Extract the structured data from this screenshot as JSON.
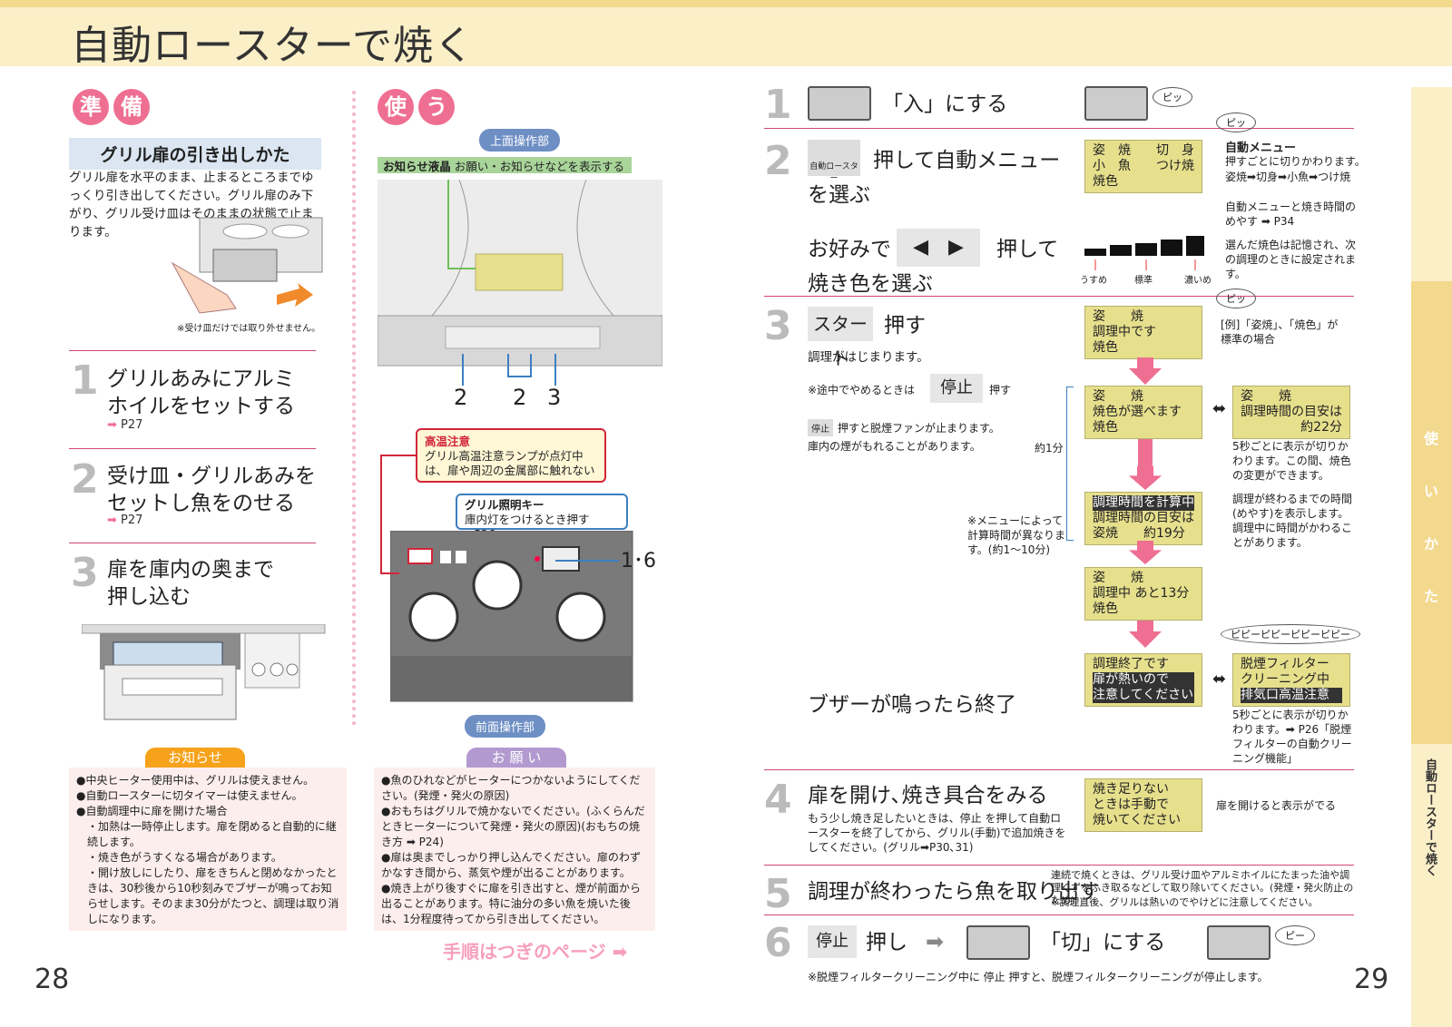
{
  "title": "自動ロースターで焼く",
  "left": {
    "prep_chars": [
      "準",
      "備"
    ],
    "use_chars": [
      "使",
      "う"
    ],
    "sub_title": "グリル扉の引き出しかた",
    "sub_text": "グリル扉を水平のまま、止まるところまでゆっくり引き出してください。グリル扉のみ下がり、グリル受け皿はそのままの状態で止まります。",
    "tray_note": "※受け皿だけでは取り外せません。",
    "steps": [
      {
        "num": "1",
        "text": "グリルあみにアルミホイルをセットする",
        "ref": "P27"
      },
      {
        "num": "2",
        "text": "受け皿・グリルあみをセットし魚をのせる",
        "ref": "P27"
      },
      {
        "num": "3",
        "text": "扉を庫内の奥まで押し込む",
        "ref": ""
      }
    ],
    "top_panel": "上面操作部",
    "lcd_label": "お知らせ液晶",
    "lcd_desc": "お願い・お知らせなどを表示する",
    "nums": [
      "2",
      "2",
      "3"
    ],
    "caution_title": "高温注意",
    "caution_text": "グリル高温注意ランプが点灯中は、扉や周辺の金属部に触れない",
    "light_title": "グリル照明キー",
    "light_text": "庫内灯をつけるとき押す",
    "light_ref": "P26",
    "power_num": "1･6",
    "front_panel": "前面操作部",
    "notice_title": "お知らせ",
    "notice_items": [
      "●中央ヒーター使用中は、グリルは使えません。",
      "●自動ロースターに切タイマーは使えません。",
      "●自動調理中に扉を開けた場合",
      "・加熱は一時停止します。扉を閉めると自動的に継続します。",
      "・焼き色がうすくなる場合があります。",
      "・開け放しにしたり、扉をきちんと閉めなかったときは、30秒後から10秒刻みでブザーが鳴ってお知らせします。そのまま30分がたつと、調理は取り消しになります。"
    ],
    "request_title": "お 願 い",
    "request_items": [
      "●魚のひれなどがヒーターにつかないようにしてください。(発煙・発火の原因)",
      "●おもちはグリルで焼かないでください。(ふくらんだときヒーターについて発煙・発火の原因)(おもちの焼き方 ➡ P24)",
      "●扉は奥までしっかり押し込んでください。扉のわずかなすき間から、蒸気や煙が出ることがあります。",
      "●焼き上がり後すぐに扉を引き出すと、煙が前面から出ることがあります。特に油分の多い魚を焼いた後は、1分程度待ってから引き出してください。"
    ],
    "next_page": "手順はつぎのページ",
    "page_num": "28"
  },
  "right": {
    "s1": {
      "num": "1",
      "text": "「入」にする",
      "beep": "ピッ"
    },
    "s2": {
      "num": "2",
      "btn": "自動ロースター",
      "text1": "押して自動メニュー",
      "text2": "を選ぶ",
      "lcd": [
        "姿　焼　　切　身",
        "小　魚　　つけ焼",
        "焼色"
      ],
      "menu_label": "自動メニュー",
      "menu_desc": "押すごとに切りかわります。",
      "menu_seq": "姿焼➡切身➡小魚➡つけ焼",
      "memo": "自動メニューと焼き時間のめやす ➡ P34",
      "pref1": "お好みで",
      "pref2": "押して",
      "pref3": "焼き色を選ぶ",
      "lv": [
        "うすめ",
        "標準",
        "濃いめ"
      ],
      "memo2": "選んだ焼色は記憶され、次の調理のときに設定されます。",
      "beep": "ピッ"
    },
    "s3": {
      "num": "3",
      "btn": "スタート",
      "text": "押す",
      "start_note": "調理がはじまります。",
      "stop_note": "※途中でやめるときは",
      "stop_btn": "停止",
      "push": "押す",
      "fan_btn": "停止",
      "fan_note": "押すと脱煙ファンが止まります。",
      "smoke": "庫内の煙がもれることがあります。",
      "about1": "約1分",
      "menu_note": "※メニューによって計算時間が異なります。(約1～10分)",
      "ex": "[例]「姿焼」、「焼色」が標準の場合",
      "beep": "ピッ",
      "lcd1": [
        "姿　　焼",
        "調理中です",
        "焼色"
      ],
      "lcd2": [
        "姿　　焼",
        "焼色が選べます",
        "焼色"
      ],
      "lcd2b": [
        "姿　　焼",
        "調理時間の目安は",
        "約22分"
      ],
      "sw_note": "5秒ごとに表示が切りかわります。この間、焼色の変更ができます。",
      "lcd3": [
        "調理時間を計算中",
        "調理時間の目安は",
        "姿焼　　約19分"
      ],
      "calc_note": "調理が終わるまでの時間(めやす)を表示します。調理中に時間がかわることがあります。",
      "lcd4": [
        "姿　　焼",
        "調理中 あと13分",
        "焼色"
      ],
      "buzz": "ピピーピピーピピーピピー",
      "lcd5": [
        "調理終了です",
        "扉が熱いので",
        "注意してください"
      ],
      "lcd5b": [
        "脱煙フィルター",
        "クリーニング中",
        "排気口高温注意"
      ],
      "filter_note": "5秒ごとに表示が切りかわります。➡ P26「脱煙フィルターの自動クリーニング機能」",
      "end": "ブザーが鳴ったら終了"
    },
    "s4": {
      "num": "4",
      "text": "扉を開け､焼き具合をみる",
      "desc": "もう少し焼き足したいときは、停止 を押して自動ロースターを終了してから、グリル(手動)で追加焼きをしてください。(グリル➡P30､31)",
      "lcd": [
        "焼き足りない",
        "ときは手動で",
        "焼いてください"
      ],
      "note": "扉を開けると表示がでる"
    },
    "s5": {
      "num": "5",
      "text": "調理が終わったら魚を取り出す",
      "note": "連続で焼くときは、グリル受け皿やアルミホイルにたまった油や調理くずをふき取るなどして取り除いてください。(発煙・発火防止のため)",
      "note2": "※調理直後、グリルは熱いのでやけどに注意してください。"
    },
    "s6": {
      "num": "6",
      "btn": "停止",
      "text": "押し",
      "text2": "「切」にする",
      "beep": "ピー"
    },
    "foot": "※脱煙フィルタークリーニング中に 停止 押すと、脱煙フィルタークリーニングが停止します。",
    "side": [
      "使",
      "い",
      "か",
      "た"
    ],
    "side2": "自動ロースターで焼く",
    "page_num": "29"
  }
}
